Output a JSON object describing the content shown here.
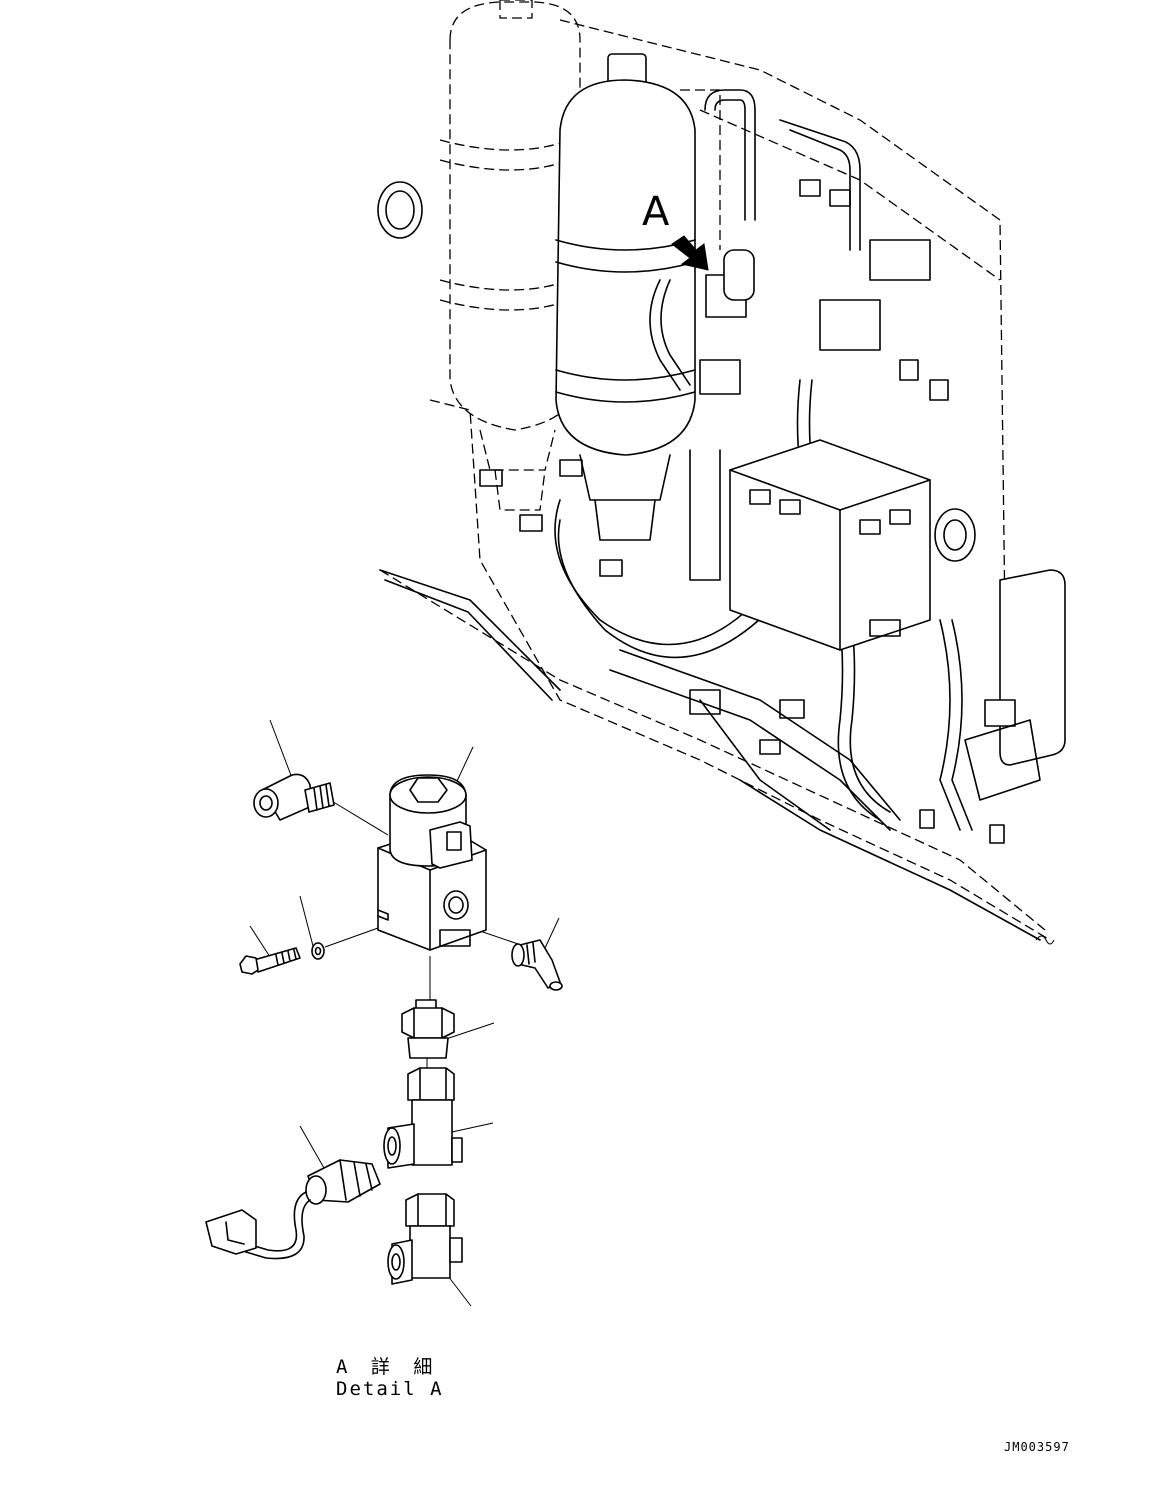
{
  "callout": {
    "letter": "A"
  },
  "caption": {
    "japanese": "A 詳 細",
    "english": "Detail A"
  },
  "drawing_number": "JM003597",
  "parts": [
    {
      "icon": "elbow-fitting-icon"
    },
    {
      "icon": "solenoid-valve-icon"
    },
    {
      "icon": "washer-icon"
    },
    {
      "icon": "bolt-icon"
    },
    {
      "icon": "elbow-nipple-icon"
    },
    {
      "icon": "adapter-nipple-icon"
    },
    {
      "icon": "tee-fitting-icon"
    },
    {
      "icon": "pressure-switch-icon"
    },
    {
      "icon": "tee-fitting-icon"
    }
  ]
}
